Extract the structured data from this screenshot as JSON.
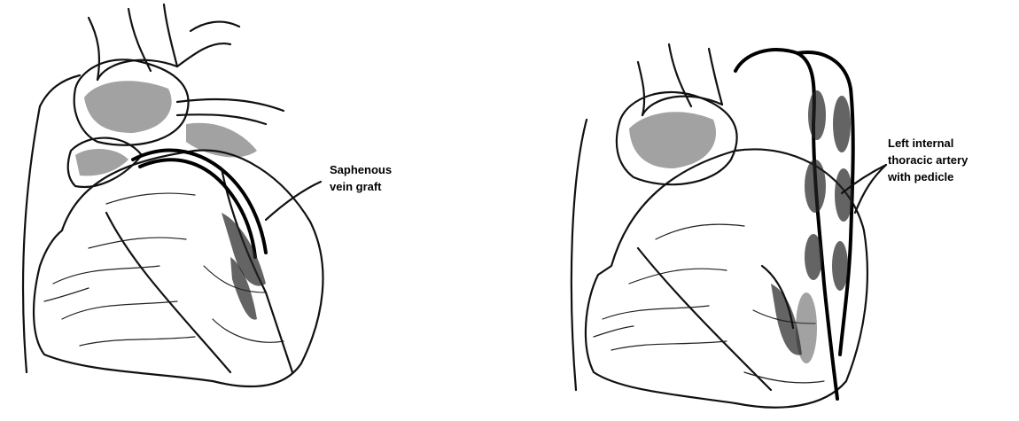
{
  "figure": {
    "left": {
      "label_lines": [
        "Saphenous",
        "vein graft"
      ]
    },
    "right": {
      "label_lines": [
        "Left internal",
        "thoracic artery",
        "with pedicle"
      ]
    }
  }
}
